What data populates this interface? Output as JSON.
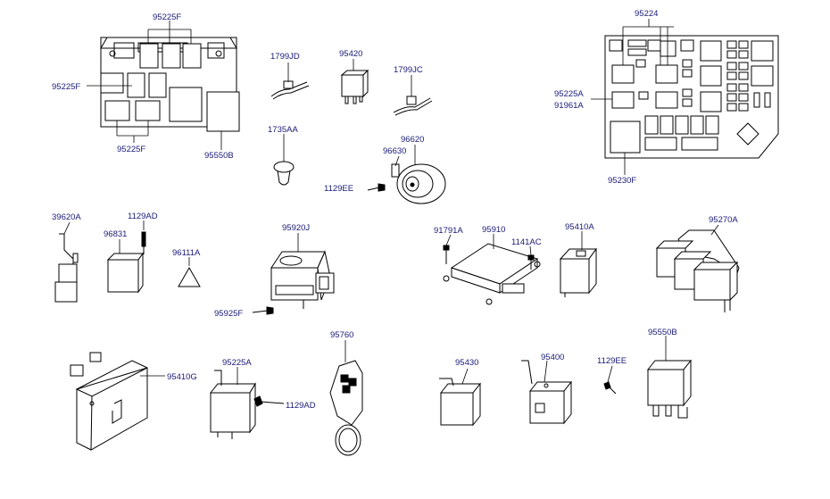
{
  "labels": {
    "l95225f_top": "95225F",
    "l95225f_left": "95225F",
    "l95225f_bottom": "95225F",
    "l95550b_top": "95550B",
    "l1799jd": "1799JD",
    "l95420": "95420",
    "l1799jc": "1799JC",
    "l1735aa": "1735AA",
    "l96620": "96620",
    "l96630": "96630",
    "l1129ee_top": "1129EE",
    "l95224": "95224",
    "l95225a_right": "95225A",
    "l91961a": "91961A",
    "l95230f": "95230F",
    "l39620a": "39620A",
    "l1129ad_top": "1129AD",
    "l96831": "96831",
    "l96111a": "96111A",
    "l95920j": "95920J",
    "l95925f": "95925F",
    "l91791a": "91791A",
    "l95910": "95910",
    "l1141ac": "1141AC",
    "l95410a": "95410A",
    "l95270a": "95270A",
    "l95410g": "95410G",
    "l95225a_bottom": "95225A",
    "l1129ad_bottom": "1129AD",
    "l95760": "95760",
    "l95430": "95430",
    "l95400": "95400",
    "l1129ee_bottom": "1129EE",
    "l95550b_bottom": "95550B"
  },
  "colors": {
    "label": "#1a1a78",
    "line": "#000000",
    "background": "#ffffff"
  }
}
